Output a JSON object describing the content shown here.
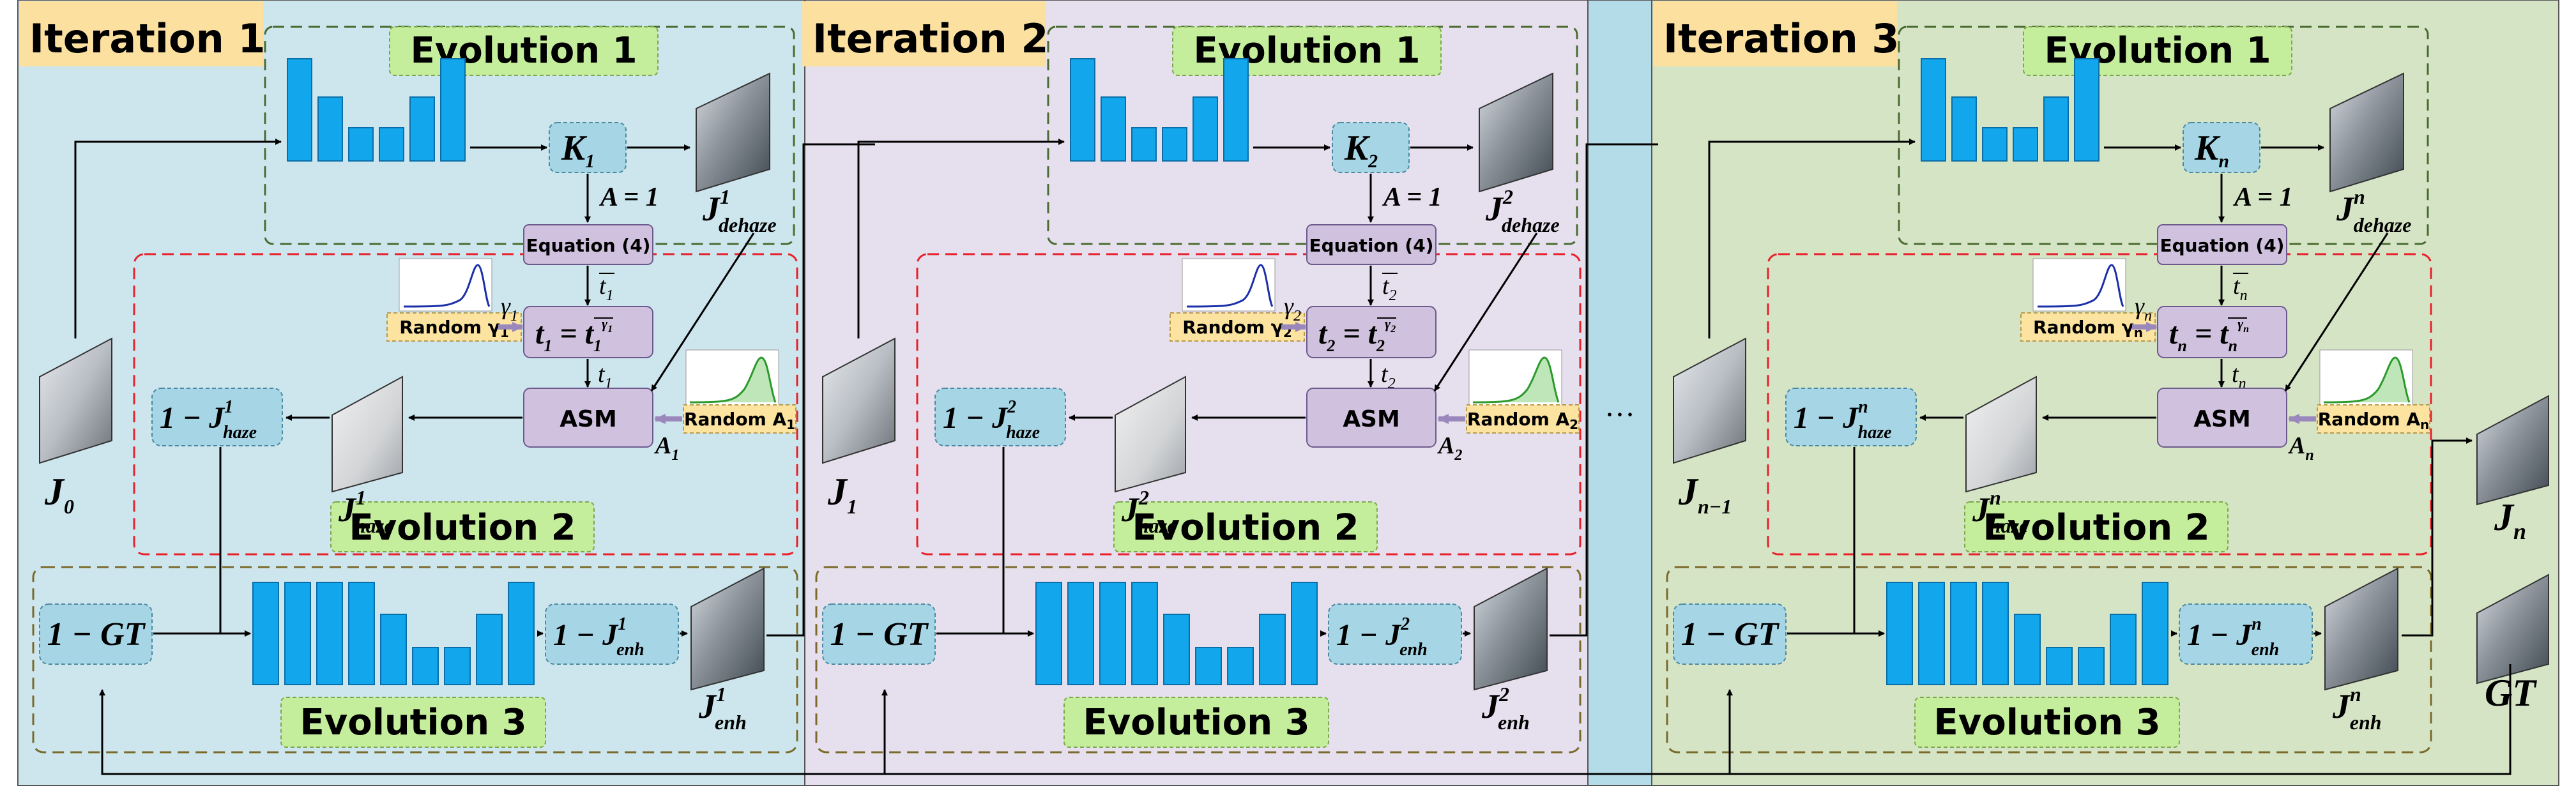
{
  "iterations": [
    {
      "title": "Iteration 1",
      "evolution1": "Evolution 1",
      "evolution2": "Evolution 2",
      "evolution3": "Evolution 3",
      "k": "K",
      "k_sub": "1",
      "a_eq": "A = 1",
      "equation": "Equation (4)",
      "tbar": "t",
      "tbar_sub": "1",
      "t_formula": "t",
      "t_formula_sub": "1",
      "t_formula_rhs": "t",
      "t_formula_rhs_sub": "1",
      "t_formula_exp": "γ",
      "t_formula_exp_sub": "1",
      "gamma": "γ",
      "gamma_sub": "1",
      "t_out": "t",
      "t_out_sub": "1",
      "asm": "ASM",
      "random_gamma": "Random γ",
      "random_gamma_sub": "1",
      "random_a": "Random A",
      "random_a_sub": "1",
      "a_label": "A",
      "a_label_sub": "1",
      "j_dehaze": "J",
      "j_dehaze_sup": "1",
      "j_dehaze_sub": "dehaze",
      "j_haze": "J",
      "j_haze_sup": "1",
      "j_haze_sub": "haze",
      "one_minus_jhaze": "1 − J",
      "one_minus_jhaze_sup": "1",
      "one_minus_jhaze_sub": "haze",
      "gt": "1 − GT",
      "one_minus_jenh": "1 − J",
      "one_minus_jenh_sup": "1",
      "one_minus_jenh_sub": "enh",
      "j_enh": "J",
      "j_enh_sup": "1",
      "j_enh_sub": "enh",
      "j_in": "J",
      "j_in_sub": "0"
    },
    {
      "title": "Iteration 2",
      "evolution1": "Evolution 1",
      "evolution2": "Evolution 2",
      "evolution3": "Evolution 3",
      "k": "K",
      "k_sub": "2",
      "a_eq": "A = 1",
      "equation": "Equation (4)",
      "tbar": "t",
      "tbar_sub": "2",
      "t_formula": "t",
      "t_formula_sub": "2",
      "t_formula_rhs": "t",
      "t_formula_rhs_sub": "2",
      "t_formula_exp": "γ",
      "t_formula_exp_sub": "2",
      "gamma": "γ",
      "gamma_sub": "2",
      "t_out": "t",
      "t_out_sub": "2",
      "asm": "ASM",
      "random_gamma": "Random γ",
      "random_gamma_sub": "2",
      "random_a": "Random A",
      "random_a_sub": "2",
      "a_label": "A",
      "a_label_sub": "2",
      "j_dehaze": "J",
      "j_dehaze_sup": "2",
      "j_dehaze_sub": "dehaze",
      "j_haze": "J",
      "j_haze_sup": "2",
      "j_haze_sub": "haze",
      "one_minus_jhaze": "1 − J",
      "one_minus_jhaze_sup": "2",
      "one_minus_jhaze_sub": "haze",
      "gt": "1 − GT",
      "one_minus_jenh": "1 − J",
      "one_minus_jenh_sup": "2",
      "one_minus_jenh_sub": "enh",
      "j_enh": "J",
      "j_enh_sup": "2",
      "j_enh_sub": "enh",
      "j_in": "J",
      "j_in_sub": "1"
    },
    {
      "title": "Iteration 3",
      "evolution1": "Evolution 1",
      "evolution2": "Evolution 2",
      "evolution3": "Evolution 3",
      "k": "K",
      "k_sub": "n",
      "a_eq": "A = 1",
      "equation": "Equation (4)",
      "tbar": "t",
      "tbar_sub": "n",
      "t_formula": "t",
      "t_formula_sub": "n",
      "t_formula_rhs": "t",
      "t_formula_rhs_sub": "n",
      "t_formula_exp": "γ",
      "t_formula_exp_sub": "n",
      "gamma": "γ",
      "gamma_sub": "n",
      "t_out": "t",
      "t_out_sub": "n",
      "asm": "ASM",
      "random_gamma": "Random γ",
      "random_gamma_sub": "n",
      "random_a": "Random A",
      "random_a_sub": "n",
      "a_label": "A",
      "a_label_sub": "n",
      "j_dehaze": "J",
      "j_dehaze_sup": "n",
      "j_dehaze_sub": "dehaze",
      "j_haze": "J",
      "j_haze_sup": "n",
      "j_haze_sub": "haze",
      "one_minus_jhaze": "1 − J",
      "one_minus_jhaze_sup": "n",
      "one_minus_jhaze_sub": "haze",
      "gt": "1 − GT",
      "one_minus_jenh": "1 − J",
      "one_minus_jenh_sup": "n",
      "one_minus_jenh_sub": "enh",
      "j_enh": "J",
      "j_enh_sup": "n",
      "j_enh_sub": "enh",
      "j_in": "J",
      "j_in_sub": "n−1"
    }
  ],
  "ellipsis": "···",
  "final_output": {
    "label": "J",
    "sub": "n"
  },
  "ground_truth": {
    "label": "GT"
  },
  "colors": {
    "iter1_bg": "#cde6ee",
    "iter2_bg": "#e6e0ee",
    "iter3_bg": "#d6e4c6",
    "gap_bg": "#b4dbe8",
    "title_bg": "#fbe0a0",
    "evo_label_bg": "#c5ee9c",
    "bar_fill": "#12a6ec",
    "node_fill": "#a6d6e6",
    "purple_fill": "#d0c2df",
    "random_fill": "#fce3a0",
    "red_dash": "#e8202a",
    "green_dash": "#4a6b30",
    "olive_dash": "#7a6a2a"
  }
}
